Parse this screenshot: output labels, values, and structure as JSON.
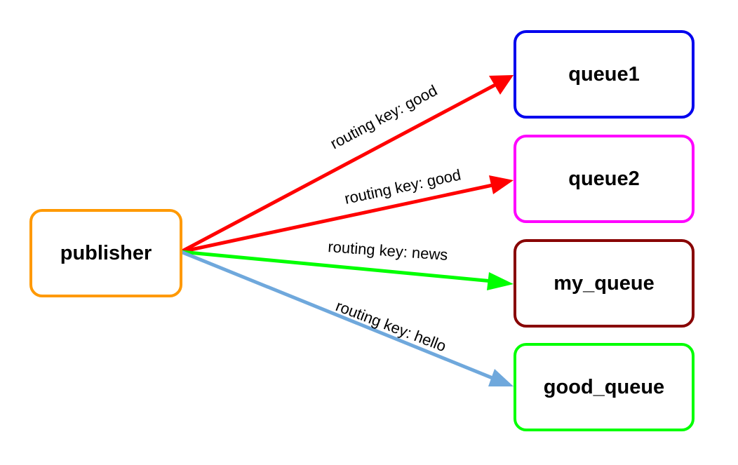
{
  "nodes": {
    "publisher": {
      "label": "publisher",
      "color": "#ff9900"
    },
    "queue1": {
      "label": "queue1",
      "color": "#0000ee"
    },
    "queue2": {
      "label": "queue2",
      "color": "#ff00ff"
    },
    "my_queue": {
      "label": "my_queue",
      "color": "#880000"
    },
    "good_queue": {
      "label": "good_queue",
      "color": "#00ff00"
    }
  },
  "edges": [
    {
      "from": "publisher",
      "to": "queue1",
      "label": "routing key: good",
      "color": "#ff0000"
    },
    {
      "from": "publisher",
      "to": "queue2",
      "label": "routing key: good",
      "color": "#ff0000"
    },
    {
      "from": "publisher",
      "to": "my_queue",
      "label": "routing key: news",
      "color": "#00ff00"
    },
    {
      "from": "publisher",
      "to": "good_queue",
      "label": "routing key: hello",
      "color": "#6fa8dc"
    }
  ]
}
